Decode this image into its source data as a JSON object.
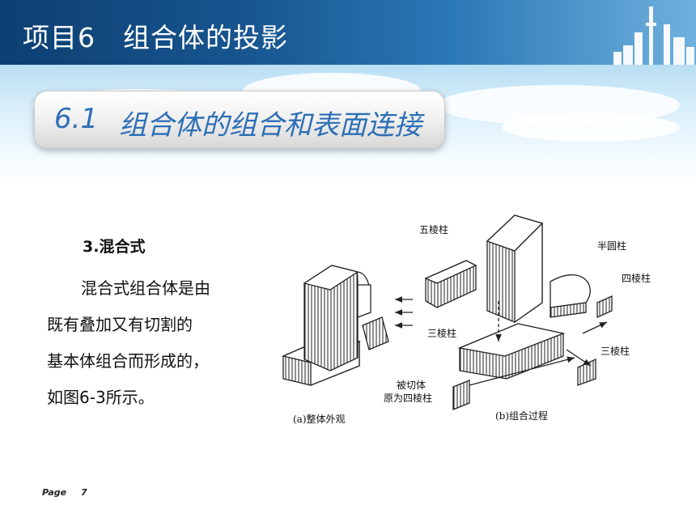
{
  "header": {
    "title": "项目6　组合体的投影"
  },
  "section": {
    "number": "6.1",
    "title": "组合体的组合和表面连接"
  },
  "content": {
    "subheading": "3.混合式",
    "lines": [
      "混合式组合体是由",
      "既有叠加又有切割的",
      "基本体组合而形成的，",
      "如图6-3所示。"
    ]
  },
  "figure": {
    "label_a": "(a)整体外观",
    "label_b": "(b)组合过程",
    "part_labels": {
      "pentagonal_prism": "五棱柱",
      "half_cylinder": "半圆柱",
      "quad_prism": "四棱柱",
      "tri_prism_1": "三棱柱",
      "tri_prism_2": "三棱柱",
      "cut_body_1": "被切体",
      "cut_body_2": "原为四棱柱"
    }
  },
  "footer": {
    "page_label": "Page",
    "page_number": "7"
  },
  "colors": {
    "header_dark": "#0d3f72",
    "section_text": "#2d6fb6"
  }
}
